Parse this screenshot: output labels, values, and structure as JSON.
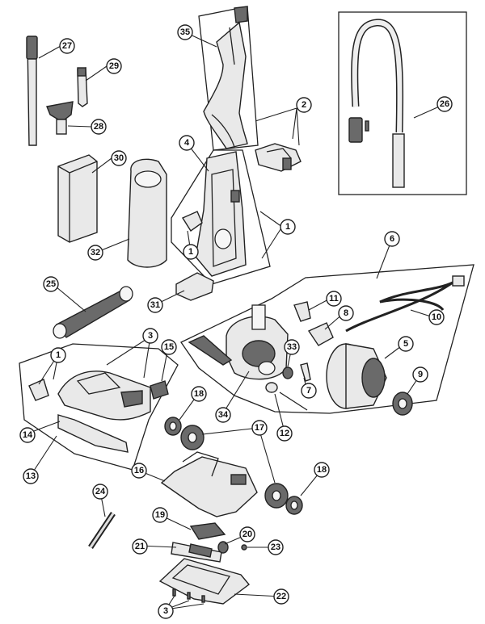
{
  "callouts": {
    "c1a": "1",
    "c1b": "1",
    "c1c": "1",
    "c2": "2",
    "c3a": "3",
    "c3b": "3",
    "c4": "4",
    "c5": "5",
    "c6": "6",
    "c7": "7",
    "c8": "8",
    "c9": "9",
    "c10": "10",
    "c11": "11",
    "c12": "12",
    "c13": "13",
    "c14": "14",
    "c15": "15",
    "c16": "16",
    "c17": "17",
    "c18a": "18",
    "c18b": "18",
    "c19": "19",
    "c20": "20",
    "c21": "21",
    "c22": "22",
    "c23": "23",
    "c24": "24",
    "c25": "25",
    "c26": "26",
    "c27": "27",
    "c28": "28",
    "c29": "29",
    "c30": "30",
    "c31": "31",
    "c32": "32",
    "c33": "33",
    "c34": "34",
    "c35": "35"
  },
  "colors": {
    "line": "#222222",
    "fill": "#e9e9e9",
    "dark": "#6a6a6a",
    "background": "#ffffff"
  }
}
